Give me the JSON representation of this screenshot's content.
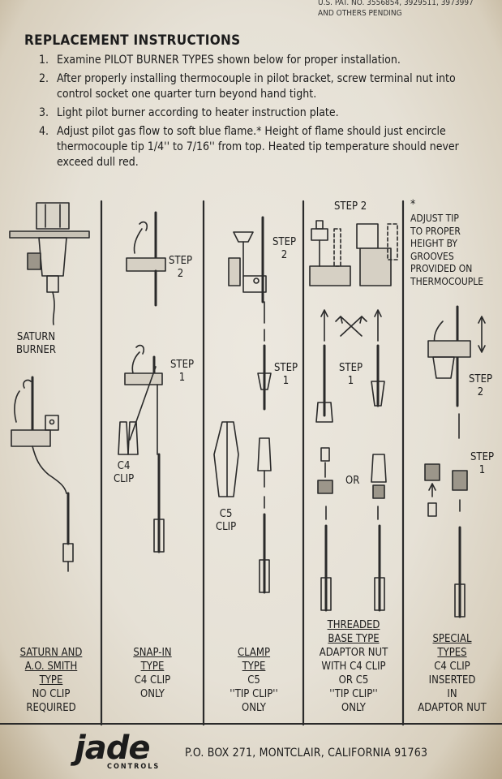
{
  "patent": {
    "line1": "U.S. PAT. NO. 3556854, 3929511, 3973997",
    "line2": "AND OTHERS PENDING"
  },
  "heading": "REPLACEMENT INSTRUCTIONS",
  "steps": [
    {
      "num": "1.",
      "text": "Examine PILOT BURNER TYPES shown below for proper installation."
    },
    {
      "num": "2.",
      "text": "After properly installing thermocouple in pilot bracket, screw terminal nut into control socket one quarter turn beyond hand tight."
    },
    {
      "num": "3.",
      "text": "Light pilot burner according to heater instruction plate."
    },
    {
      "num": "4.",
      "text": "Adjust pilot gas flow to soft blue flame.* Height of flame should just encircle thermocouple tip 1/4'' to 7/16'' from top. Heated tip temperature should never exceed dull red."
    }
  ],
  "diagram_labels": {
    "saturn_burner": "SATURN\nBURNER",
    "snap_step2": "STEP\n2",
    "snap_step1": "STEP\n1",
    "c4_clip": "C4\nCLIP",
    "clamp_step2": "STEP\n2",
    "clamp_step1": "STEP\n1",
    "c5_clip": "C5\nCLIP",
    "thread_step2": "STEP 2",
    "thread_step1": "STEP\n1",
    "or": "OR",
    "asterisk": "*",
    "adjust_tip": "ADJUST TIP\nTO PROPER\nHEIGHT BY\nGROOVES\nPROVIDED ON\nTHERMOCOUPLE",
    "special_step2": "STEP\n2",
    "special_step1": "STEP\n1"
  },
  "captions": [
    {
      "title": [
        "SATURN AND",
        "A.O. SMITH",
        "TYPE"
      ],
      "desc": [
        "NO CLIP",
        "REQUIRED"
      ]
    },
    {
      "title": [
        "SNAP-IN",
        "TYPE"
      ],
      "desc": [
        "C4 CLIP",
        "ONLY"
      ]
    },
    {
      "title": [
        "CLAMP",
        "TYPE"
      ],
      "desc": [
        "C5",
        "''TIP CLIP''",
        "ONLY"
      ]
    },
    {
      "title": [
        "THREADED",
        "BASE TYPE"
      ],
      "desc": [
        "ADAPTOR NUT",
        "WITH C4 CLIP",
        "OR C5",
        "''TIP CLIP''",
        "ONLY"
      ]
    },
    {
      "title": [
        "SPECIAL",
        "TYPES"
      ],
      "desc": [
        "C4 CLIP",
        "INSERTED",
        "IN",
        "ADAPTOR NUT"
      ]
    }
  ],
  "brand": {
    "logo": "jade",
    "sub": "CONTROLS",
    "address": "P.O. BOX 271, MONTCLAIR, CALIFORNIA 91763"
  }
}
